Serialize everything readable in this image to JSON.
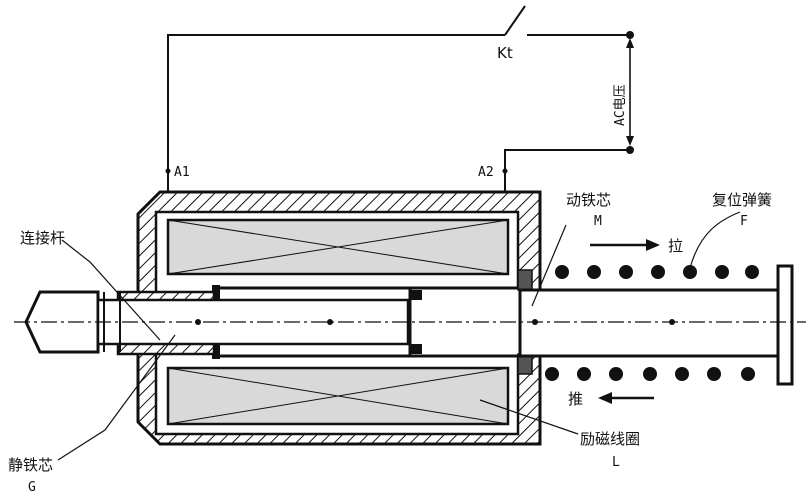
{
  "labels": {
    "switch": "Kt",
    "voltage": "AC电压",
    "terminal_a1": "A1",
    "terminal_a2": "A2",
    "armature": "动铁芯",
    "armature_code": "M",
    "spring": "复位弹簧",
    "spring_code": "F",
    "pull": "拉",
    "push": "推",
    "rod": "连接杆",
    "static_core": "静铁芯",
    "static_core_code": "G",
    "coil": "励磁线圈",
    "coil_code": "L"
  },
  "colors": {
    "line": "#111111",
    "coil_fill": "#d9d9d9",
    "core_fill": "#ffffff"
  }
}
